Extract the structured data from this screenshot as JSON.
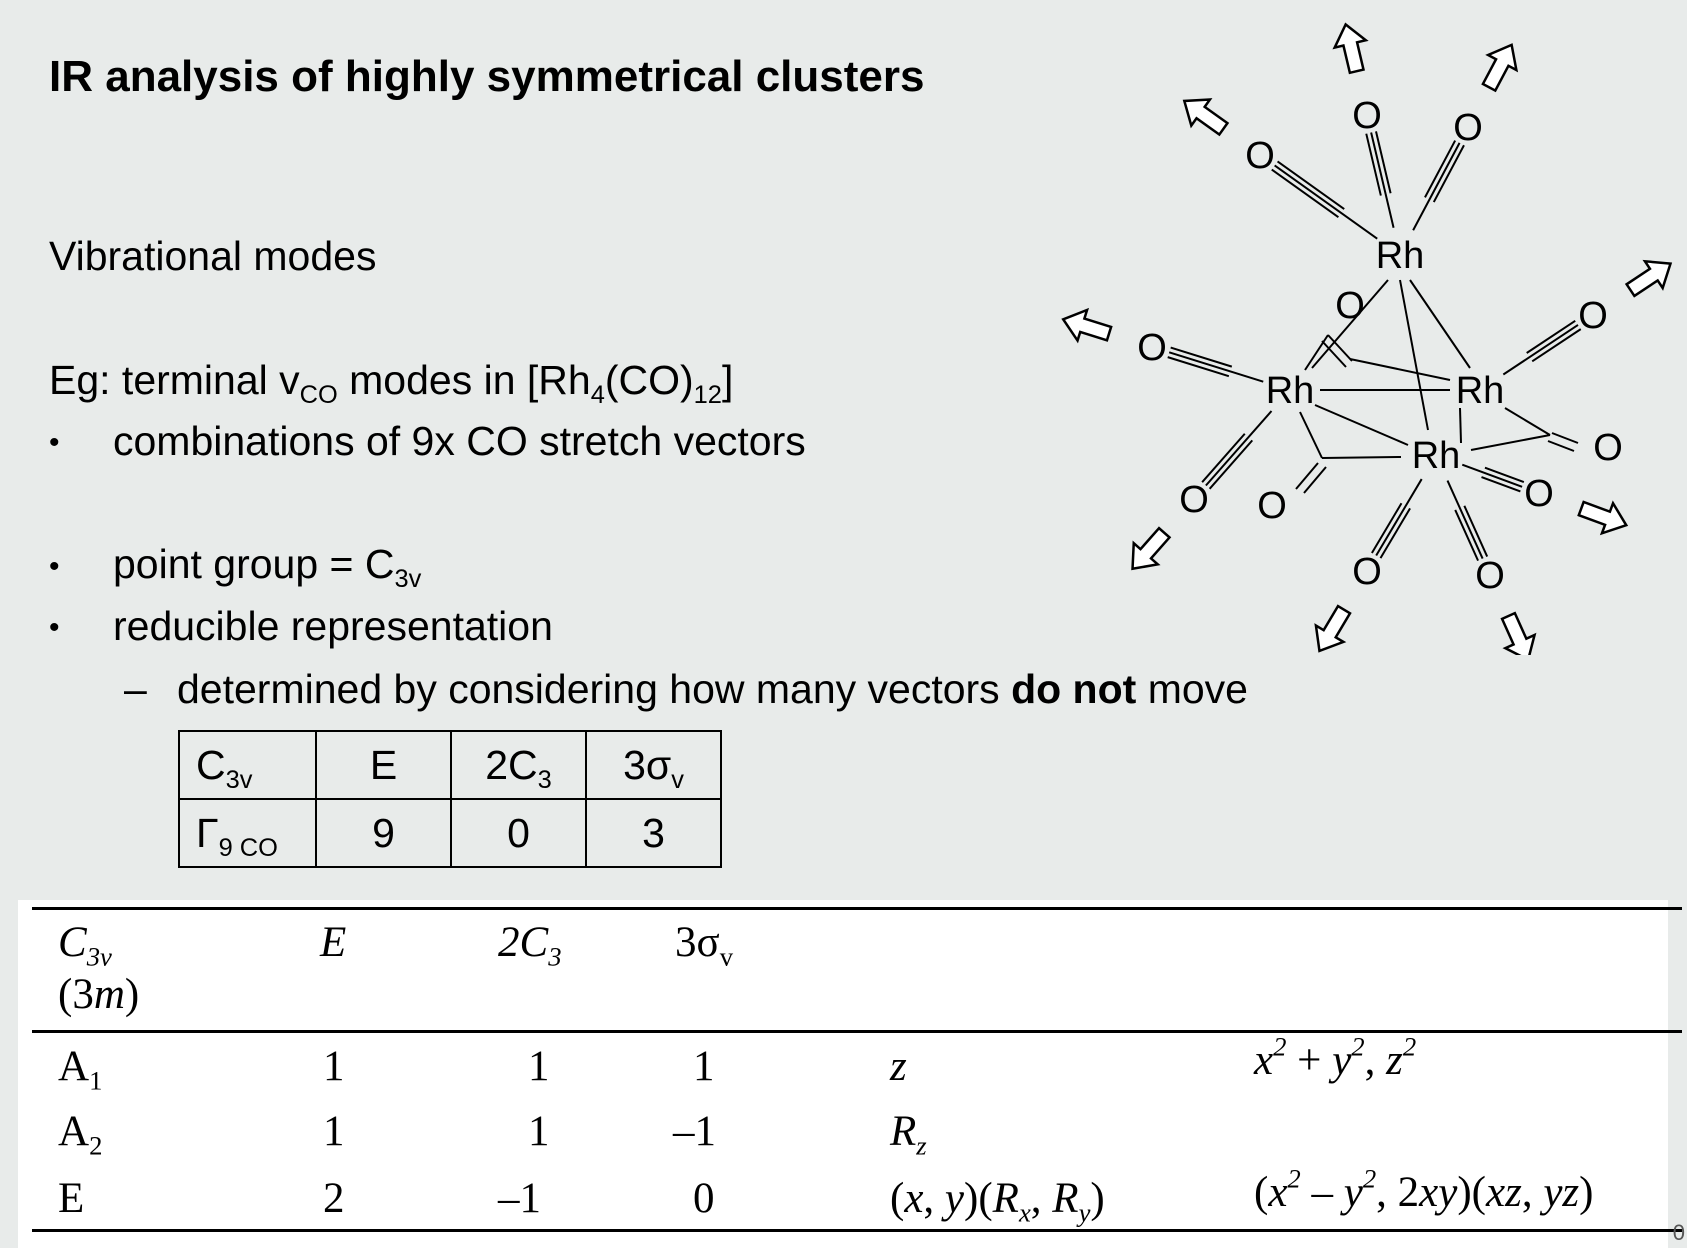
{
  "title": "IR analysis of highly symmetrical clusters",
  "subtitle": "Vibrational modes",
  "example": {
    "prefix": "Eg: terminal v",
    "prefix_sub": "CO",
    "middle": " modes in [Rh",
    "rh_sub": "4",
    "co": "(CO)",
    "co_sub": "12",
    "suffix": "]"
  },
  "bullets": {
    "marker": "•",
    "b1": "combinations of 9x CO stretch vectors",
    "b2_text": "point group = C",
    "b2_sub": "3v",
    "b3": "reducible representation",
    "dash": "–",
    "sub1_pre": "determined by considering how many vectors ",
    "sub1_bold": "do not",
    "sub1_post": " move"
  },
  "gamma_table": {
    "header": {
      "label": "C",
      "label_sub": "3v",
      "c1": "E",
      "c2": "2C",
      "c2_sub": "3",
      "c3": "3σ",
      "c3_sub": "v"
    },
    "row": {
      "label": "Γ",
      "label_sub": "9 CO",
      "v1": "9",
      "v2": "0",
      "v3": "3"
    }
  },
  "character_table": {
    "header": {
      "group": "C",
      "group_sub": "3v",
      "group2": "(3",
      "group2_it": "m",
      "group2_end": ")",
      "e": "E",
      "c3": "2C",
      "c3_sub": "3",
      "sv": "3σ",
      "sv_sub": "v"
    },
    "rows": [
      {
        "irrep": "A",
        "irrep_sub": "1",
        "e": "1",
        "c3": "1",
        "sv": "1",
        "linear": "z"
      },
      {
        "irrep": "A",
        "irrep_sub": "2",
        "e": "1",
        "c3": "1",
        "sv": "–1"
      },
      {
        "irrep": "E",
        "irrep_sub": "",
        "e": "2",
        "c3": "–1",
        "sv": "0"
      }
    ],
    "a1_quad": {
      "x": "x",
      "sq1": "2",
      "plus": " + ",
      "y": "y",
      "sq2": "2",
      "comma": ", ",
      "z": "z",
      "sq3": "2"
    },
    "a2_linear": {
      "r": "R",
      "r_sub": "z"
    },
    "e_linear": {
      "p1": "(",
      "x": "x",
      "c1": ", ",
      "y": "y",
      "p2": ")(",
      "rx": "R",
      "rx_sub": "x",
      "c2": ", ",
      "ry": "R",
      "ry_sub": "y",
      "p3": ")"
    },
    "e_quad": {
      "p1": "(",
      "x": "x",
      "sq1": "2",
      "minus": " – ",
      "y": "y",
      "sq2": "2",
      "c1": ", 2",
      "xy": "xy",
      "p2": ")(",
      "xz": "xz",
      "c2": ", ",
      "yz": "yz",
      "p3": ")"
    }
  },
  "molecule": {
    "metal": "Rh",
    "oxygen": "O"
  },
  "page_number": "0"
}
